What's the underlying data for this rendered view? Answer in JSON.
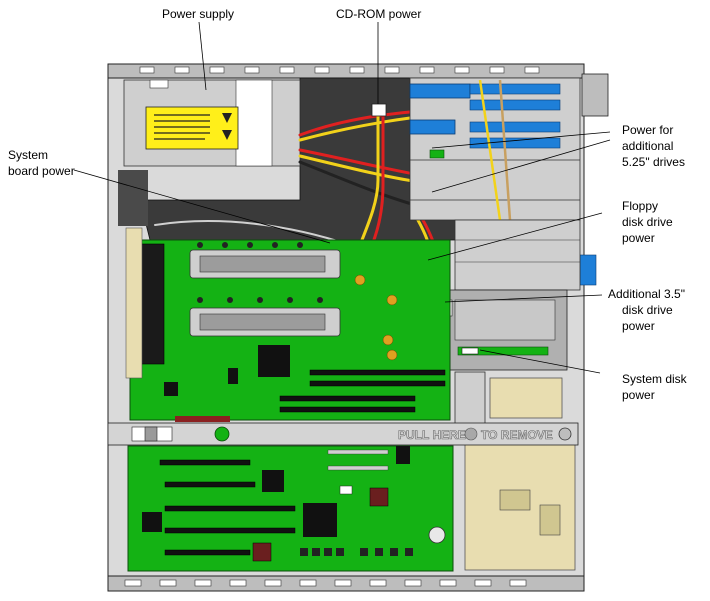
{
  "diagram": {
    "labels": {
      "power_supply": "Power supply",
      "cdrom_power": "CD-ROM power",
      "system_board_power_l1": "System",
      "system_board_power_l2": "board power",
      "additional_525_l1": "Power for",
      "additional_525_l2": "additional",
      "additional_525_l3": "5.25\" drives",
      "floppy_l1": "Floppy",
      "floppy_l2": "disk drive",
      "floppy_l3": "power",
      "additional_35_l1": "Additional 3.5\"",
      "additional_35_l2": "disk drive",
      "additional_35_l3": "power",
      "system_disk_l1": "System disk",
      "system_disk_l2": "power"
    },
    "pull_tab": {
      "text_left": "PULL HERE",
      "text_right": "TO REMOVE"
    },
    "colors": {
      "board_green": "#14b214",
      "chassis_grey": "#dadada",
      "drive_bay_blue": "#1e7fd8",
      "warning_label_yellow": "#ffef1a",
      "wire_red": "#e02020",
      "wire_yellow": "#f2d21a"
    }
  }
}
